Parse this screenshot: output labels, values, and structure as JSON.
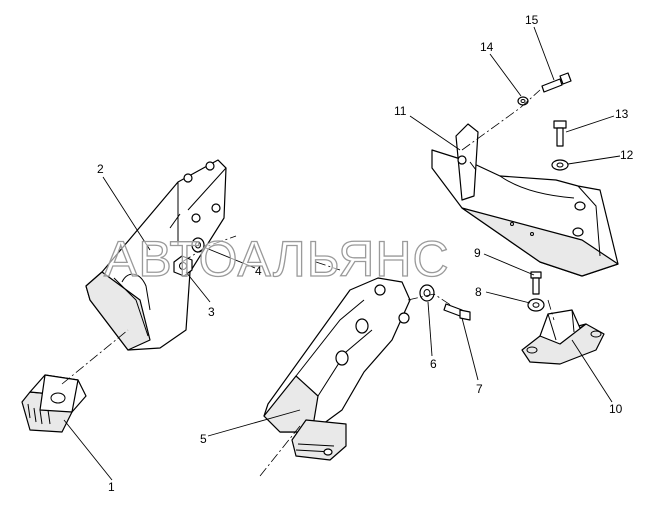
{
  "watermark": "АВТОАЛЬЯНС",
  "labels": {
    "p1": "1",
    "p2": "2",
    "p3": "3",
    "p4": "4",
    "p5": "5",
    "p6": "6",
    "p7": "7",
    "p8": "8",
    "p9": "9",
    "p10": "10",
    "p11": "11",
    "p12": "12",
    "p13": "13",
    "p14": "14",
    "p15": "15"
  }
}
